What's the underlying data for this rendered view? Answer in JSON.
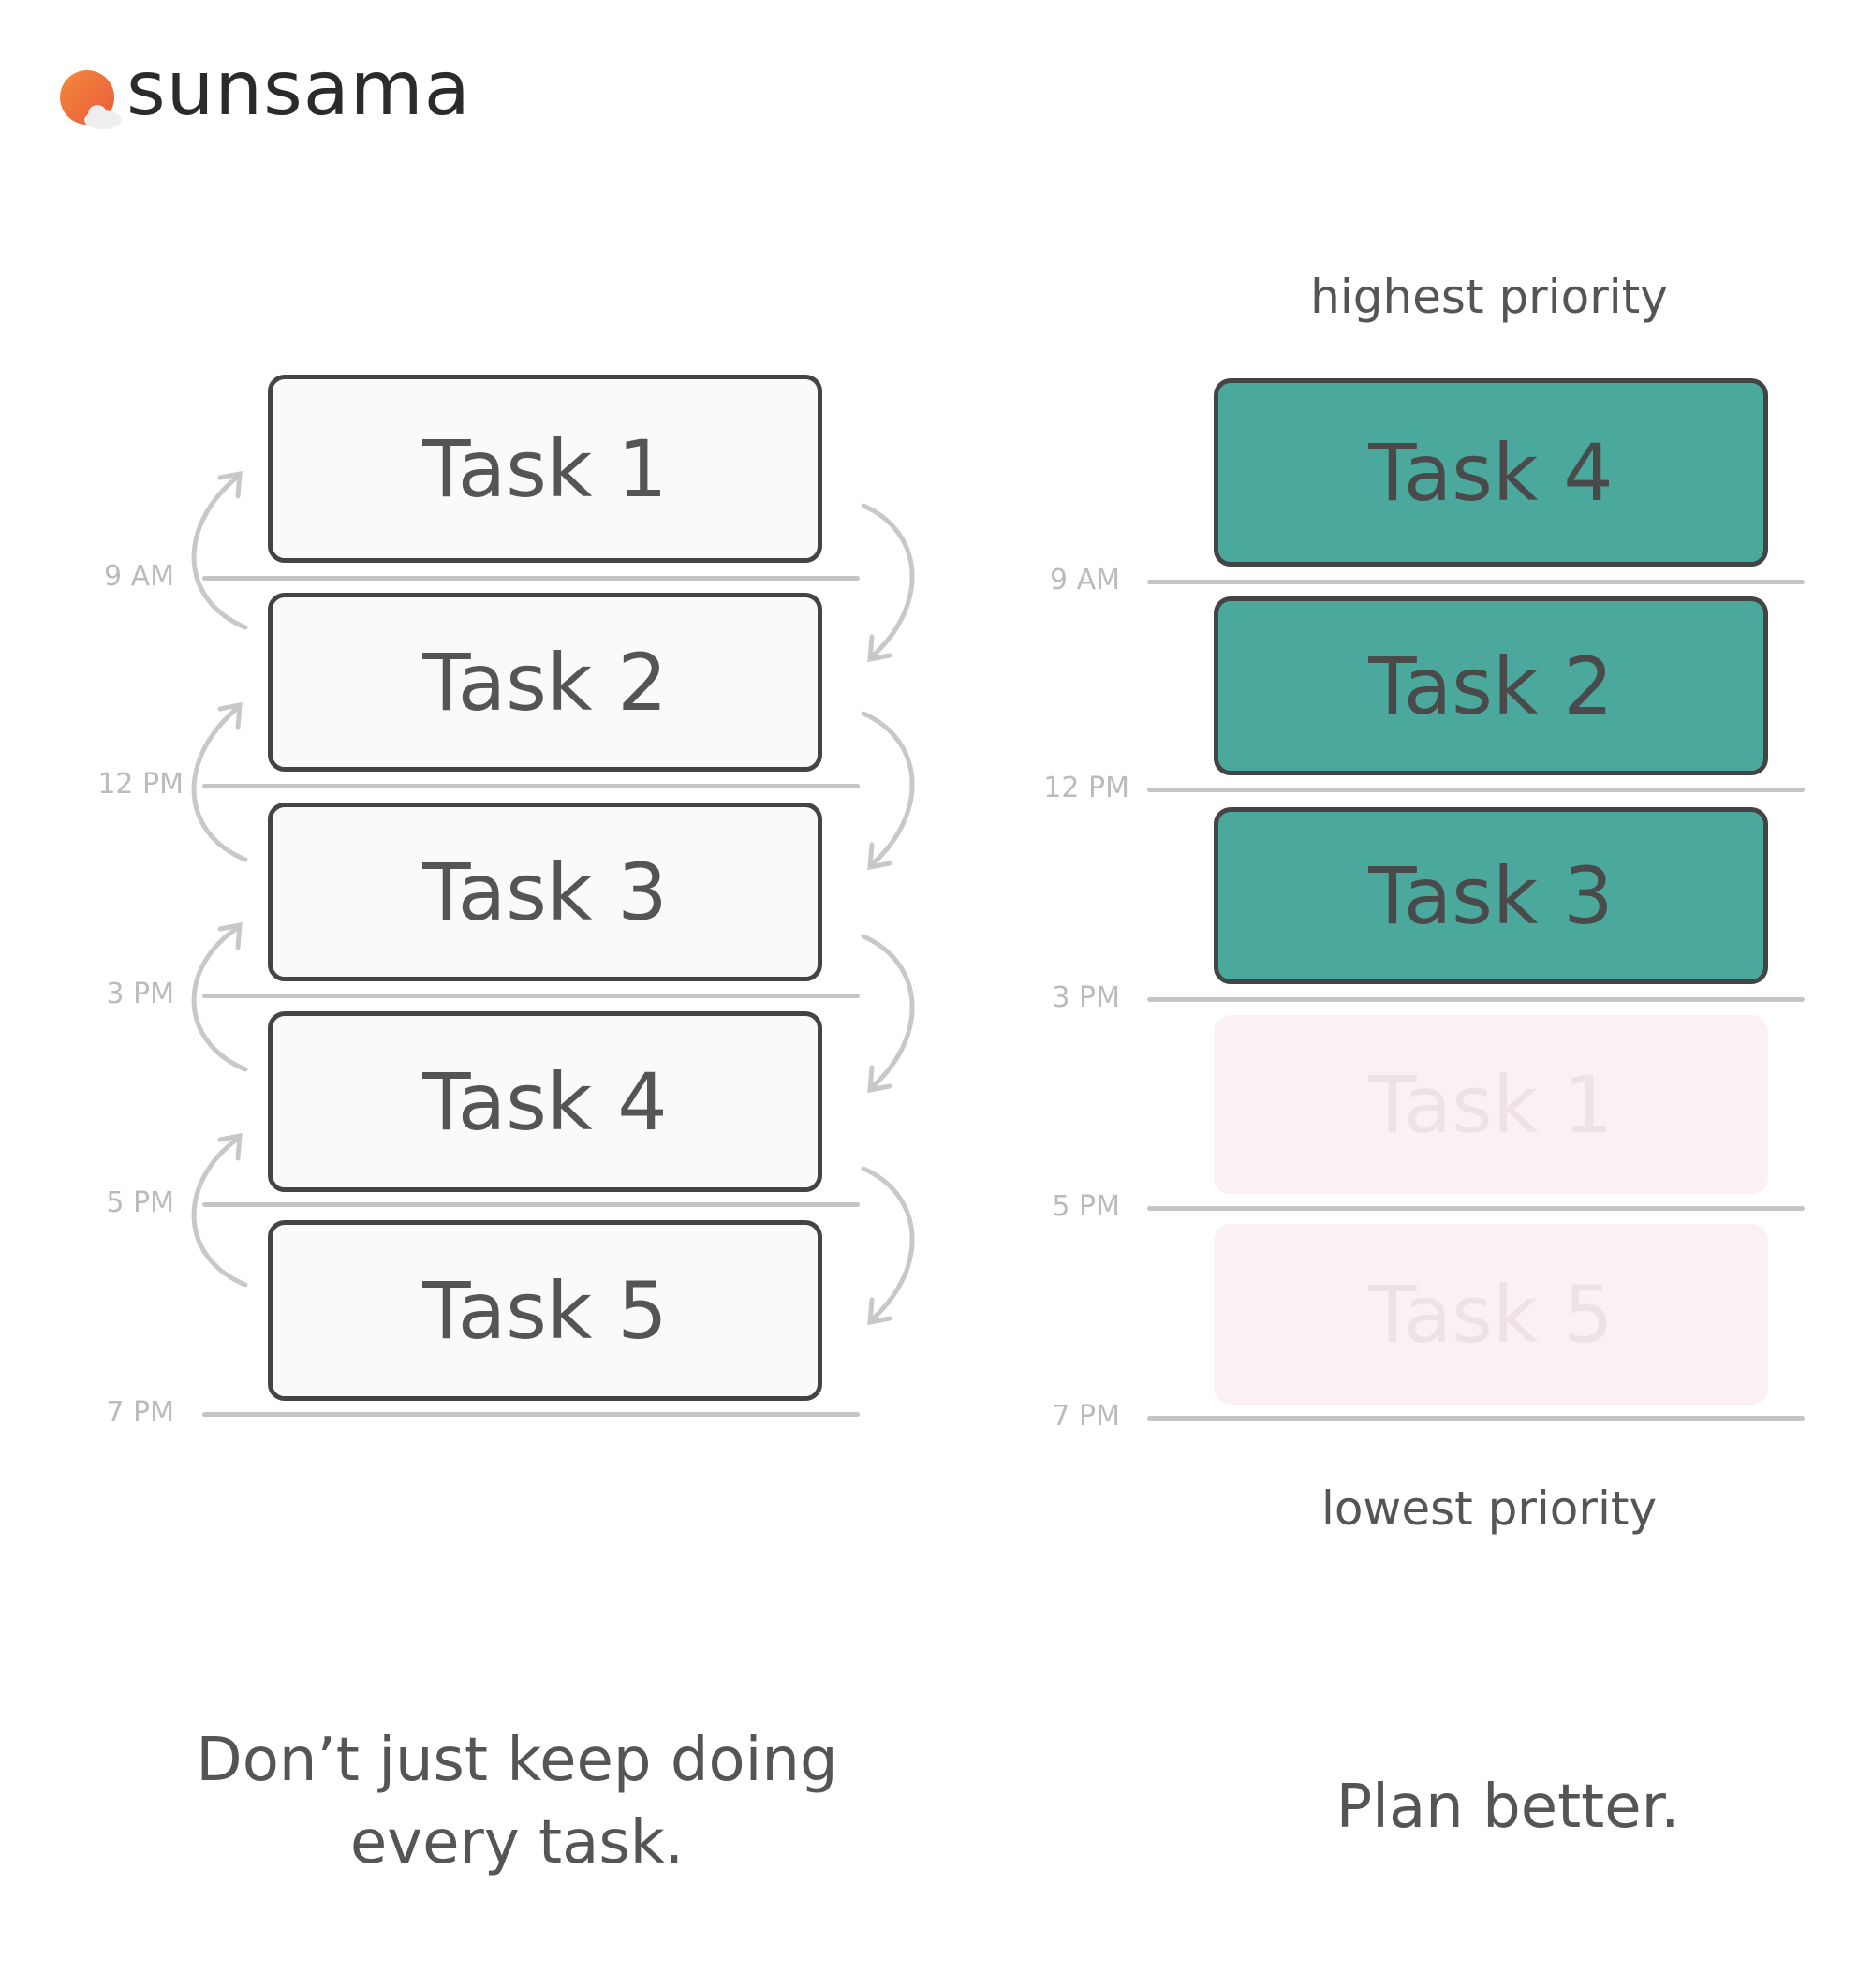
{
  "brand": {
    "name": "sunsama",
    "logo_colors": {
      "sun": "#f06a3a",
      "cloud": "#eeeeee"
    }
  },
  "colors": {
    "high_priority": "#4aa99c",
    "low_priority": "#fbf0f3",
    "border": "#444444"
  },
  "left": {
    "time_labels": [
      "9 AM",
      "12 PM",
      "3 PM",
      "5 PM",
      "7 PM"
    ],
    "tasks": [
      "Task 1",
      "Task 2",
      "Task 3",
      "Task 4",
      "Task 5"
    ],
    "caption_line1": "Don’t just keep doing",
    "caption_line2": "every task."
  },
  "right": {
    "top_label": "highest priority",
    "bottom_label": "lowest priority",
    "time_labels": [
      "9 AM",
      "12 PM",
      "3 PM",
      "5 PM",
      "7 PM"
    ],
    "tasks": [
      {
        "label": "Task 4",
        "priority": "high"
      },
      {
        "label": "Task 2",
        "priority": "high"
      },
      {
        "label": "Task 3",
        "priority": "high"
      },
      {
        "label": "Task 1",
        "priority": "low"
      },
      {
        "label": "Task 5",
        "priority": "low"
      }
    ],
    "caption": "Plan better."
  }
}
